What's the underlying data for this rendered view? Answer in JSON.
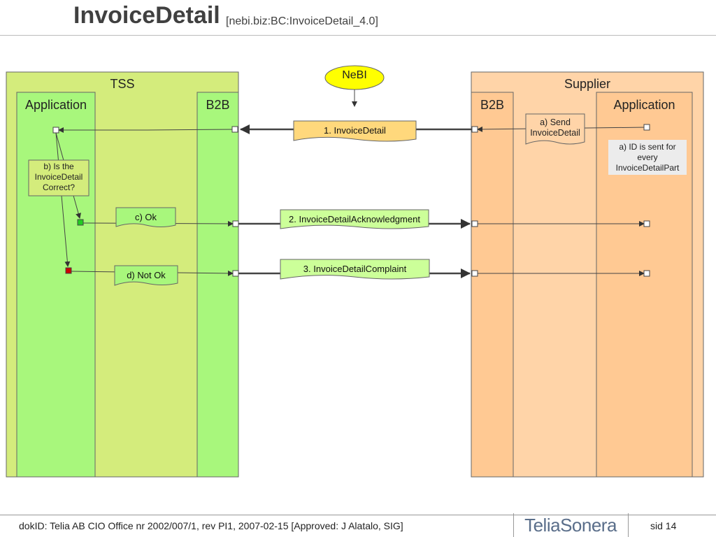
{
  "slide": {
    "title": "InvoiceDetail",
    "subtitle": "[nebi.biz:BC:InvoiceDetail_4.0]"
  },
  "diagram": {
    "tss": {
      "label": "TSS",
      "application": "Application",
      "b2b": "B2B"
    },
    "supplier": {
      "label": "Supplier",
      "application": "Application",
      "b2b": "B2B"
    },
    "nebi": "NeBI",
    "messages": [
      {
        "label": "1. InvoiceDetail"
      },
      {
        "label": "2. InvoiceDetailAcknowledgment"
      },
      {
        "label": "3. InvoiceDetailComplaint"
      }
    ],
    "notes": {
      "send": "a) Send\nInvoiceDetail",
      "id_sent": "a) ID is sent for\nevery\nInvoiceDetailPart",
      "is_correct": "b) Is the\nInvoiceDetail\nCorrect?",
      "ok": "c) Ok",
      "not_ok": "d) Not Ok"
    },
    "colors": {
      "tss_outer": "#d4ec7c",
      "tss_app": "#a8f77c",
      "supplier_outer": "#ffd4a8",
      "nebi": "#ffff00",
      "msg1": "#ffd87c",
      "msg_green": "#ccff99",
      "ok_marker": "#22cc22",
      "notok_marker": "#cc0000"
    }
  },
  "footer": {
    "doc_id": "dokID: Telia AB CIO Office nr 2002/007/1, rev PI1, 2007-02-15  [Approved: J Alatalo, SIG]",
    "logo": "TeliaSonera",
    "page": "sid 14"
  }
}
